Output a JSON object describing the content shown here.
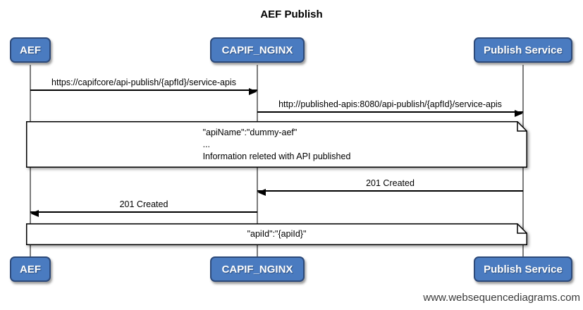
{
  "title": "AEF Publish",
  "watermark": "www.websequencediagrams.com",
  "actors": [
    {
      "label": "AEF"
    },
    {
      "label": "CAPIF_NGINX"
    },
    {
      "label": "Publish Service"
    }
  ],
  "messages": [
    {
      "from": "AEF",
      "to": "CAPIF_NGINX",
      "label": "https://capifcore/api-publish/{apfId}/service-apis",
      "direction": "right"
    },
    {
      "from": "CAPIF_NGINX",
      "to": "Publish Service",
      "label": "http://published-apis:8080/api-publish/{apfId}/service-apis",
      "direction": "right"
    },
    {
      "from": "Publish Service",
      "to": "CAPIF_NGINX",
      "label": "201 Created",
      "direction": "left"
    },
    {
      "from": "CAPIF_NGINX",
      "to": "AEF",
      "label": "201 Created",
      "direction": "left"
    }
  ],
  "notes": [
    {
      "lines": [
        "\"apiName\":\"dummy-aef\"",
        "...",
        "Information releted with API published"
      ]
    },
    {
      "lines": [
        "\"apiId\":\"{apiId}\""
      ]
    }
  ],
  "colors": {
    "actor_fill": "#4a7bc0",
    "actor_border": "#2d4a7a",
    "lifeline": "#7c7c7c",
    "line": "#000000",
    "note_fill": "#ffffff"
  }
}
